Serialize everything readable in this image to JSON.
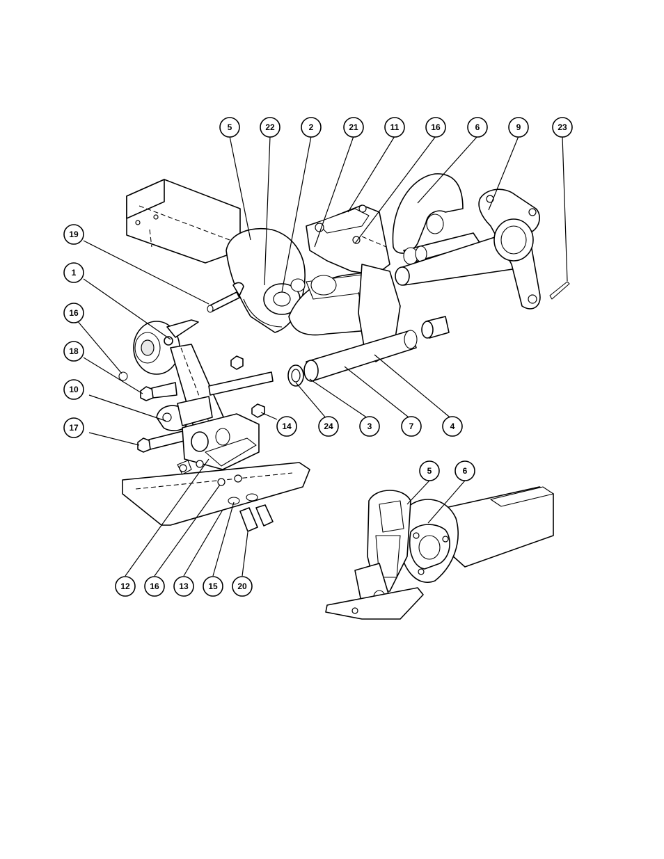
{
  "diagram": {
    "callouts_main": [
      {
        "id": "c5",
        "label": "5"
      },
      {
        "id": "c22",
        "label": "22"
      },
      {
        "id": "c2",
        "label": "2"
      },
      {
        "id": "c21",
        "label": "21"
      },
      {
        "id": "c11",
        "label": "11"
      },
      {
        "id": "c16a",
        "label": "16"
      },
      {
        "id": "c6",
        "label": "6"
      },
      {
        "id": "c9",
        "label": "9"
      },
      {
        "id": "c23",
        "label": "23"
      },
      {
        "id": "c19",
        "label": "19"
      },
      {
        "id": "c1",
        "label": "1"
      },
      {
        "id": "c16b",
        "label": "16"
      },
      {
        "id": "c18",
        "label": "18"
      },
      {
        "id": "c10",
        "label": "10"
      },
      {
        "id": "c17",
        "label": "17"
      },
      {
        "id": "c14",
        "label": "14"
      },
      {
        "id": "c24",
        "label": "24"
      },
      {
        "id": "c3",
        "label": "3"
      },
      {
        "id": "c7",
        "label": "7"
      },
      {
        "id": "c4",
        "label": "4"
      },
      {
        "id": "c12",
        "label": "12"
      },
      {
        "id": "c16c",
        "label": "16"
      },
      {
        "id": "c13",
        "label": "13"
      },
      {
        "id": "c15",
        "label": "15"
      },
      {
        "id": "c20",
        "label": "20"
      }
    ],
    "callouts_inset": [
      {
        "id": "i5",
        "label": "5"
      },
      {
        "id": "i6",
        "label": "6"
      }
    ]
  }
}
